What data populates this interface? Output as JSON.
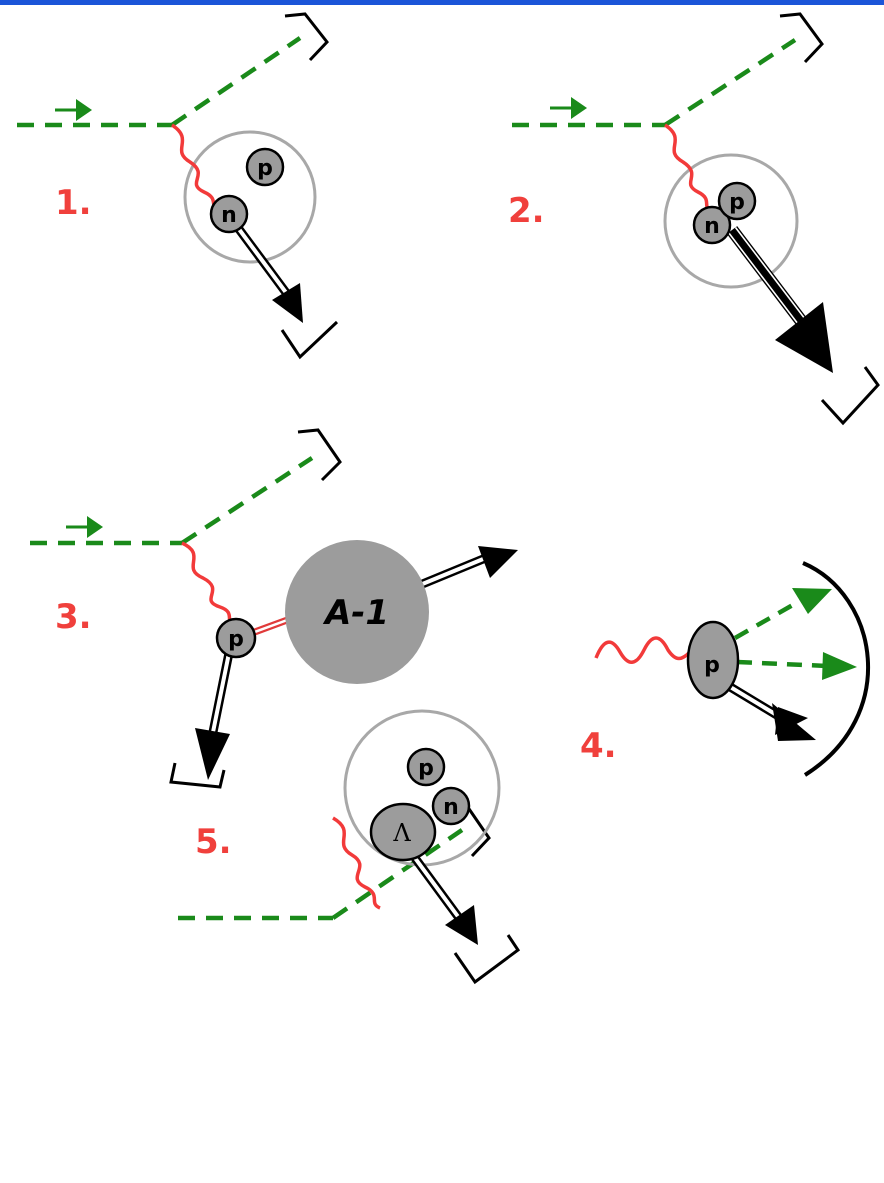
{
  "colors": {
    "top_bar": "#1b55d8",
    "electron_line": "#1a8a1a",
    "virtual_photon": "#f23a3a",
    "label_red": "#f0403c",
    "hadron_fill": "#9c9c9c",
    "nucleus_outline": "#a8a8a8"
  },
  "panels": [
    {
      "number": "1.",
      "particles": [
        "p",
        "n"
      ]
    },
    {
      "number": "2.",
      "particles": [
        "p",
        "n"
      ]
    },
    {
      "number": "3.",
      "particles": [
        "p",
        "A-1"
      ]
    },
    {
      "number": "4.",
      "particles": [
        "p"
      ]
    },
    {
      "number": "5.",
      "particles": [
        "p",
        "n",
        "Λ"
      ]
    }
  ]
}
